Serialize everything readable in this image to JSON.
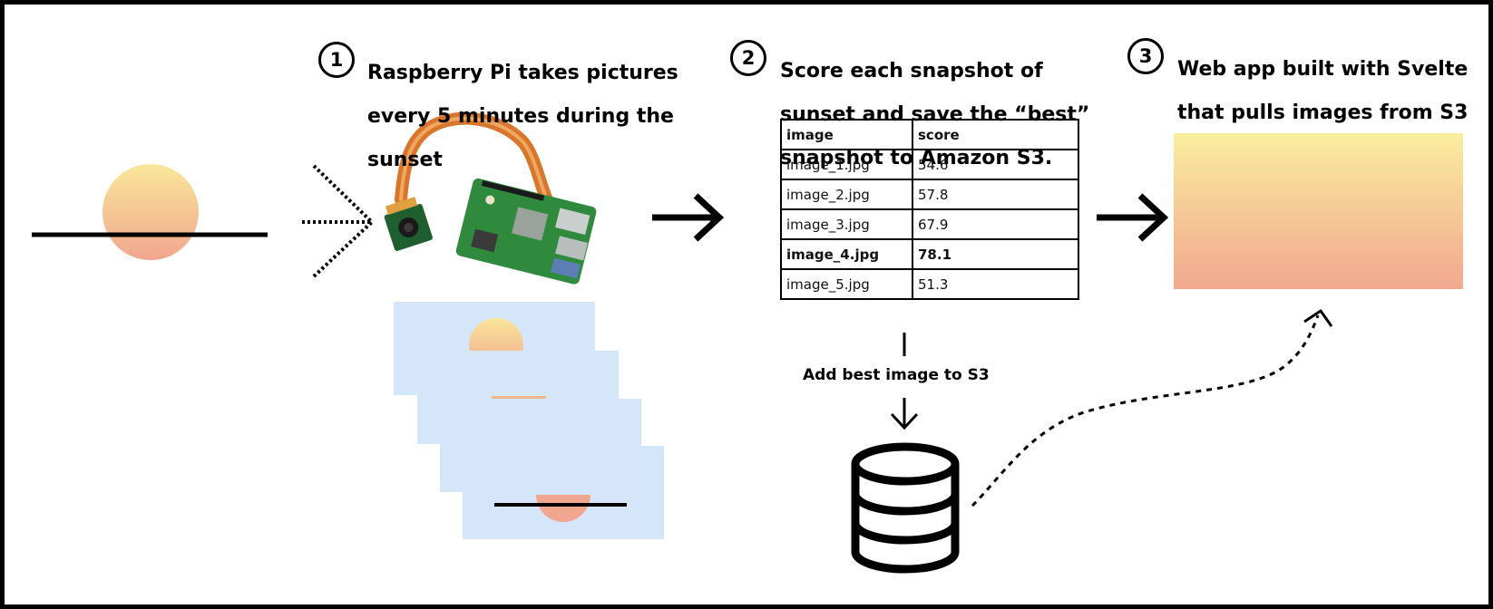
{
  "steps": [
    {
      "number": "1",
      "title_lines": [
        "Raspberry Pi takes pictures",
        "every 5 minutes during the",
        "sunset"
      ]
    },
    {
      "number": "2",
      "title_lines": [
        "Score each snapshot of",
        "sunset and save the “best”",
        "snapshot to Amazon S3."
      ]
    },
    {
      "number": "3",
      "title_lines": [
        "Web app built with Svelte",
        "that pulls images from S3"
      ]
    }
  ],
  "table": {
    "headers": [
      "image",
      "score"
    ],
    "rows": [
      {
        "image": "image_1.jpg",
        "score": "54.6",
        "best": false
      },
      {
        "image": "image_2.jpg",
        "score": "57.8",
        "best": false
      },
      {
        "image": "image_3.jpg",
        "score": "67.9",
        "best": false
      },
      {
        "image": "image_4.jpg",
        "score": "78.1",
        "best": true
      },
      {
        "image": "image_5.jpg",
        "score": "51.3",
        "best": false
      }
    ]
  },
  "add_best_label": "Add best image to S3",
  "colors": {
    "sun_top": "#F9E79A",
    "sun_bottom": "#F1A68F",
    "sky_panel": "#D6E6FA",
    "pcb_green": "#2E7D3A",
    "ribbon_orange": "#E08A3A",
    "line_black": "#000000"
  },
  "icons": {
    "step_markers": "circled-number",
    "storage": "database-icon",
    "camera": "raspberry-pi-camera-icon"
  }
}
